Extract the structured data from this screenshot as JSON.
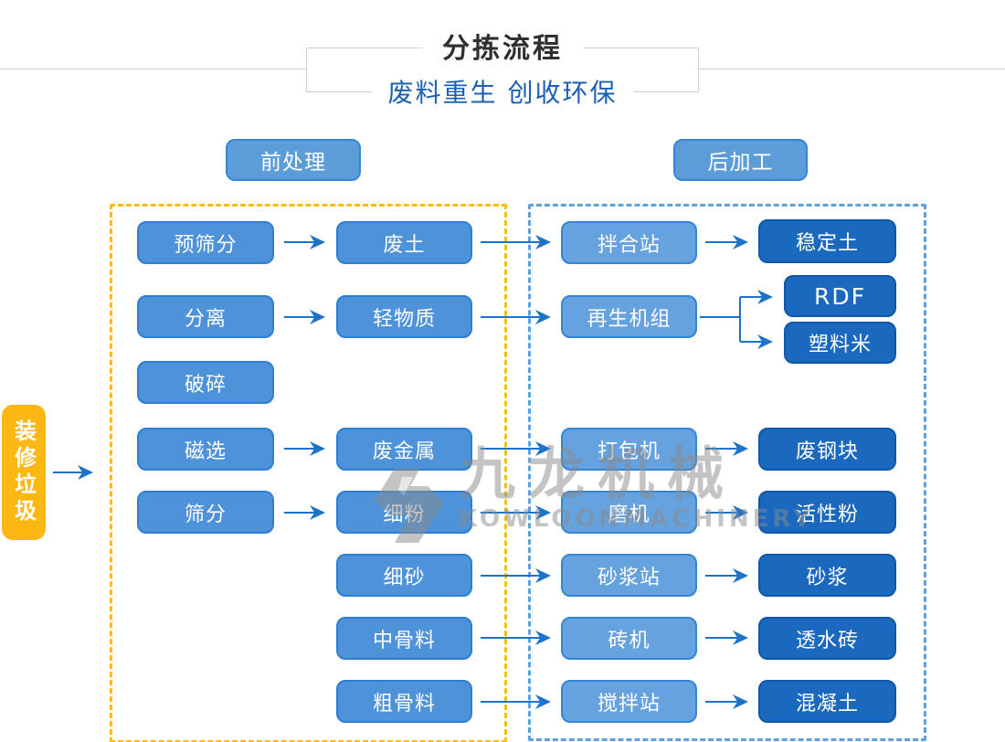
{
  "header": {
    "title": "分拣流程",
    "subtitle": "废料重生 创收环保"
  },
  "sections": {
    "pre": "前处理",
    "post": "后加工"
  },
  "source": {
    "label": "装修垃圾"
  },
  "columns": {
    "process1": [
      "预筛分",
      "分离",
      "破碎",
      "磁选",
      "筛分"
    ],
    "material": [
      "废土",
      "轻物质",
      "废金属",
      "细粉",
      "细砂",
      "中骨料",
      "粗骨料"
    ],
    "equipment": [
      "拌合站",
      "再生机组",
      "打包机",
      "磨机",
      "砂浆站",
      "砖机",
      "搅拌站"
    ],
    "product": [
      "稳定土",
      "RDF",
      "塑料米",
      "废钢块",
      "活性粉",
      "砂浆",
      "透水砖",
      "混凝土"
    ]
  },
  "flows": [
    {
      "from": "装修垃圾",
      "to": "前处理"
    },
    {
      "from": "预筛分",
      "to": "废土"
    },
    {
      "from": "分离",
      "to": "轻物质"
    },
    {
      "from": "磁选",
      "to": "废金属"
    },
    {
      "from": "筛分",
      "to": "细粉"
    },
    {
      "from": "废土",
      "to": "拌合站"
    },
    {
      "from": "轻物质",
      "to": "再生机组"
    },
    {
      "from": "废金属",
      "to": "打包机"
    },
    {
      "from": "细粉",
      "to": "磨机"
    },
    {
      "from": "细砂",
      "to": "砂浆站"
    },
    {
      "from": "中骨料",
      "to": "砖机"
    },
    {
      "from": "粗骨料",
      "to": "搅拌站"
    },
    {
      "from": "拌合站",
      "to": "稳定土"
    },
    {
      "from": "再生机组",
      "to": "RDF"
    },
    {
      "from": "再生机组",
      "to": "塑料米"
    },
    {
      "from": "打包机",
      "to": "废钢块"
    },
    {
      "from": "磨机",
      "to": "活性粉"
    },
    {
      "from": "砂浆站",
      "to": "砂浆"
    },
    {
      "from": "砖机",
      "to": "透水砖"
    },
    {
      "from": "搅拌站",
      "to": "混凝土"
    }
  ],
  "watermark": {
    "logo": "kowloon-machinery-logo",
    "cn": "九龙机械",
    "en": "KOWLOONMACHINERY"
  },
  "colors": {
    "node_medium_blue": "#4e93d9",
    "node_light_blue": "#66a2de",
    "node_dark_blue": "#1a69be",
    "source_yellow": "#fcb712",
    "dash_yellow": "#fdbd10",
    "dash_blue": "#60a1dc",
    "arrow_blue": "#1e73c8",
    "subtitle_blue": "#1c5fb5"
  }
}
